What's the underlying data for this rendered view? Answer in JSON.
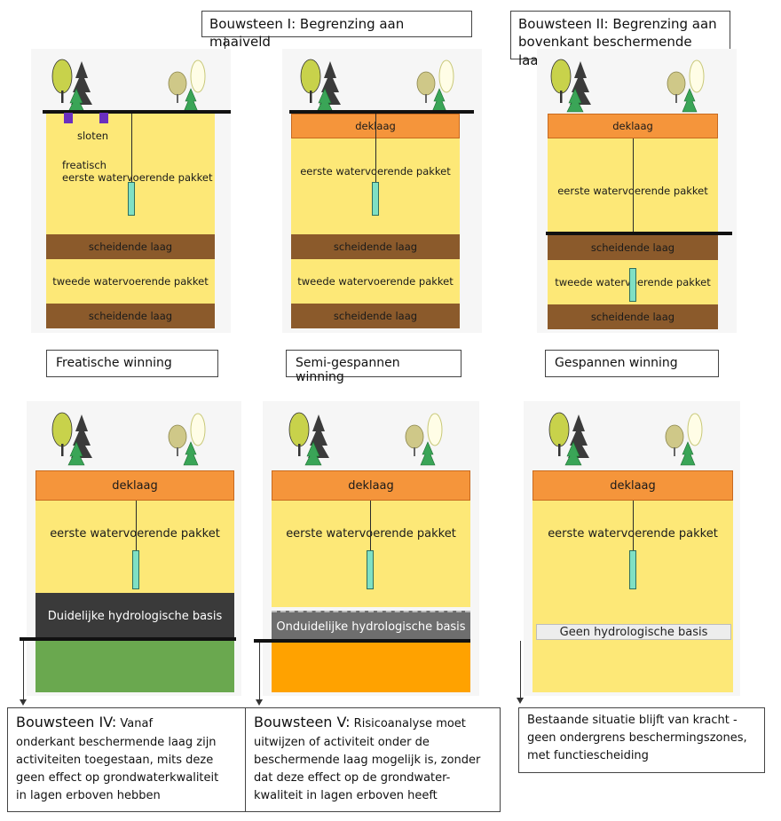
{
  "top_labels": {
    "bouwsteen1": "Bouwsteen I: Begrenzing aan maaiveld",
    "bouwsteen2_line1": "Bouwsteen II: Begrenzing aan",
    "bouwsteen2_line2": "bovenkant beschermende laag"
  },
  "panels_top": [
    {
      "caption": "Freatische winning",
      "sloten": "sloten",
      "aquifer1_line1": "freatisch",
      "aquifer1_line2": "eerste watervoerende pakket",
      "sep1": "scheidende laag",
      "aquifer2": "tweede watervoerende pakket",
      "sep2": "scheidende laag"
    },
    {
      "caption": "Semi-gespannen winning",
      "cover": "deklaag",
      "aquifer1": "eerste watervoerende pakket",
      "sep1": "scheidende laag",
      "aquifer2": "tweede watervoerende pakket",
      "sep2": "scheidende laag"
    },
    {
      "caption": "Gespannen winning",
      "cover": "deklaag",
      "aquifer1": "eerste watervoerende pakket",
      "sep1": "scheidende laag",
      "aquifer2": "tweede watervoerende pakket",
      "sep2": "scheidende laag"
    }
  ],
  "panels_bottom": [
    {
      "cover": "deklaag",
      "aquifer1": "eerste watervoerende pakket",
      "basis": "Duidelijke hydrologische basis",
      "desc_title": "Bouwsteen IV:",
      "desc_text": [
        " Vanaf",
        "onderkant beschermende laag zijn",
        "activiteiten toegestaan, mits deze",
        "geen effect op grondwaterkwaliteit",
        "in lagen erboven hebben"
      ]
    },
    {
      "cover": "deklaag",
      "aquifer1": "eerste watervoerende pakket",
      "basis": "Onduidelijke hydrologische basis",
      "desc_title": "Bouwsteen V:",
      "desc_text": [
        " Risicoanalyse moet",
        "uitwijzen of activiteit onder de",
        "beschermende laag mogelijk is, zonder",
        "dat deze effect op de grondwater-",
        "kwaliteit in lagen erboven heeft"
      ]
    },
    {
      "cover": "deklaag",
      "aquifer1": "eerste watervoerende pakket",
      "basis": "Geen hydrologische basis",
      "desc_text": [
        "Bestaande situatie blijft van kracht -",
        "geen ondergrens beschermingszones,",
        "met functiescheiding"
      ]
    }
  ],
  "colors": {
    "sand": "#fde877",
    "clay": "#8b5a2b",
    "cover": "#f5953b",
    "basis_dark": "#3a3a3a",
    "basis_grey": "#6e6e6e",
    "green_below": "#6aa84f",
    "orange_below": "#ffa200"
  }
}
